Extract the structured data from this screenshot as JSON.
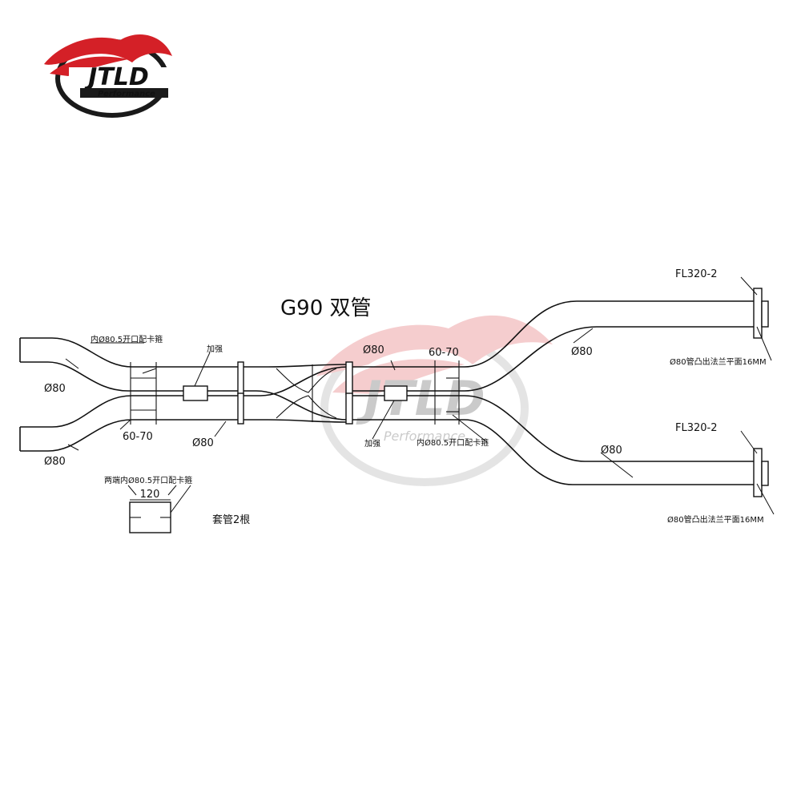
{
  "logo": {
    "brand": "JTLD",
    "tagline": "Performance",
    "colors": {
      "red": "#d42027",
      "dark": "#1a1a1a"
    }
  },
  "watermark": {
    "text": "JTLD",
    "tagline": "Performance"
  },
  "diagram": {
    "title": "G90 双管",
    "labels": {
      "inner_clamp_top": "内Ø80.5开口配卡箍",
      "reinforce_left": "加强",
      "d80_upper_left": "Ø80",
      "d80_lower_left": "Ø80",
      "spacing_left": "60-70",
      "d80_center_left": "Ø80",
      "d80_center": "Ø80",
      "spacing_right": "60-70",
      "reinforce_right": "加强",
      "inner_clamp_bottom": "内Ø80.5开口配卡箍",
      "d80_upper_right": "Ø80",
      "d80_lower_right": "Ø80",
      "flange_top": "FL320-2",
      "flange_top_note": "Ø80管凸出法兰平面16MM",
      "flange_bottom": "FL320-2",
      "flange_bottom_note": "Ø80管凸出法兰平面16MM"
    },
    "sleeve": {
      "note": "两端内Ø80.5开口配卡箍",
      "length": "120",
      "qty": "套管2根"
    }
  }
}
